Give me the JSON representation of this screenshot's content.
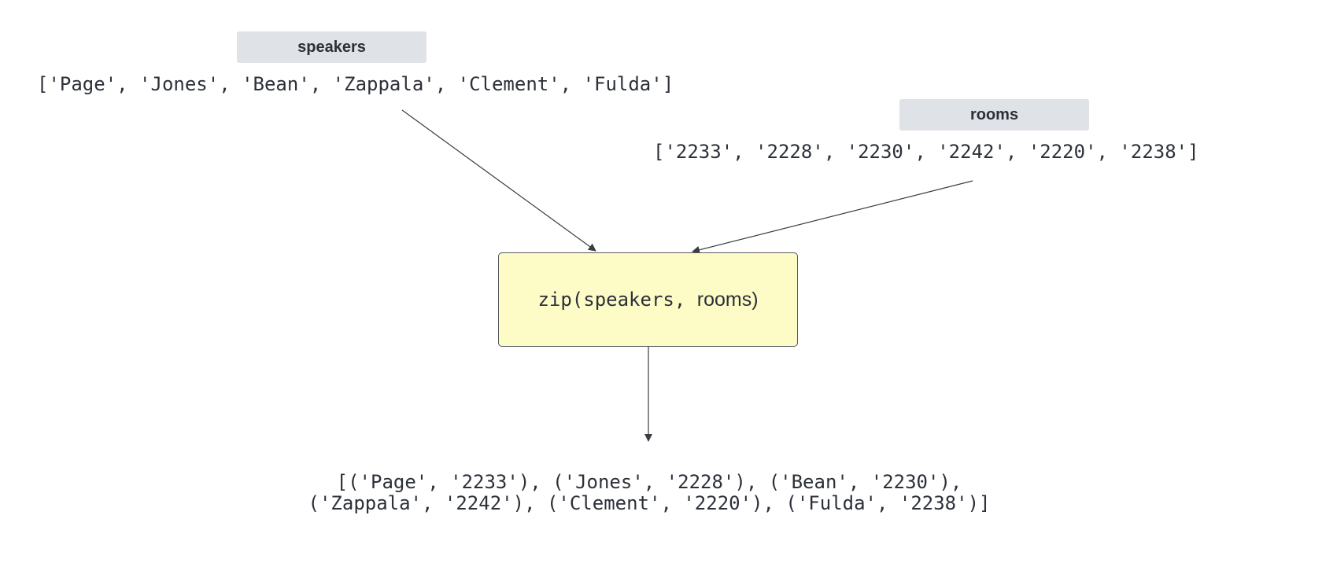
{
  "diagram": {
    "speakers_label": "speakers",
    "speakers_list": "['Page', 'Jones', 'Bean', 'Zappala', 'Clement', 'Fulda']",
    "rooms_label": "rooms",
    "rooms_list": "['2233', '2228', '2230', '2242', '2220', '2238']",
    "zip_code": "zip(speakers, ",
    "zip_rooms": "rooms)",
    "result_line1": "[('Page', '2233'), ('Jones', '2228'), ('Bean', '2230'),",
    "result_line2": "('Zappala', '2242'), ('Clement', '2220'), ('Fulda', '2238')]"
  },
  "colors": {
    "label_bg": "#dfe2e6",
    "box_fill": "#fdfcc6",
    "box_border": "#55585e",
    "text": "#2c3039",
    "arrow": "#3a3d44"
  }
}
